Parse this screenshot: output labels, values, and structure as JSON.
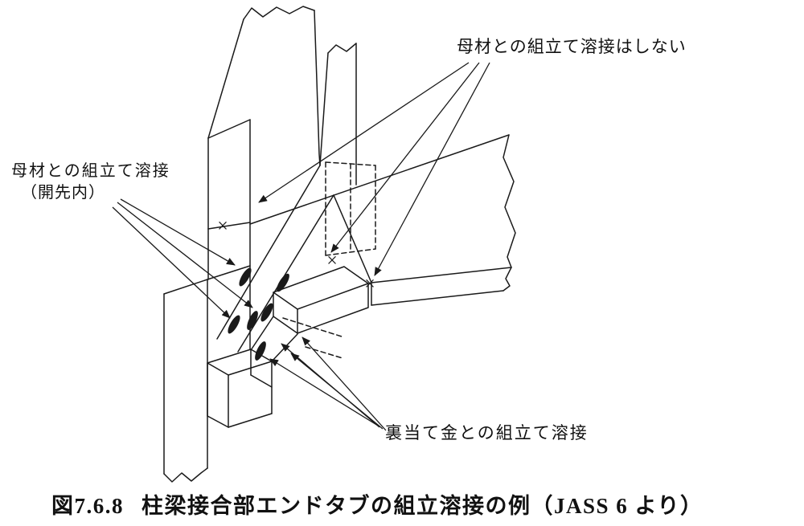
{
  "figure": {
    "background": "#ffffff",
    "ink": "#1a1a1a",
    "labels": {
      "no_tack_weld": "母材との組立て溶接はしない",
      "tack_weld_in_groove_line1": "母材との組立て溶接",
      "tack_weld_in_groove_line2": "（開先内）",
      "backing_bar_weld": "裏当て金との組立て溶接"
    },
    "symbols": {
      "no_weld_mark": "×",
      "tack_weld_count": 6,
      "no_weld_mark_count": 3
    },
    "caption": {
      "number": "図7.6.8",
      "text": "柱梁接合部エンドタブの組立溶接の例（JASS 6 より）"
    }
  }
}
